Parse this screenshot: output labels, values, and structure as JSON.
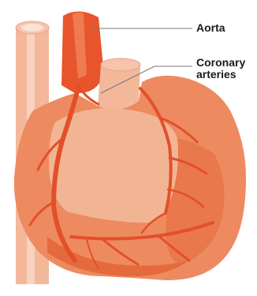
{
  "labels": {
    "aorta": "Aorta",
    "coronary_line1": "Coronary",
    "coronary_line2": "arteries"
  },
  "colors": {
    "vessel_light": "#f3b89a",
    "vessel_stripe": "#f8d2bf",
    "aorta": "#e8542c",
    "aorta_highlight": "#f07a52",
    "heart_body": "#ee8a60",
    "heart_light": "#f2b594",
    "heart_dark": "#e46a3c",
    "artery": "#e2502a",
    "leader_line": "#777777",
    "text": "#1a1a1a"
  }
}
